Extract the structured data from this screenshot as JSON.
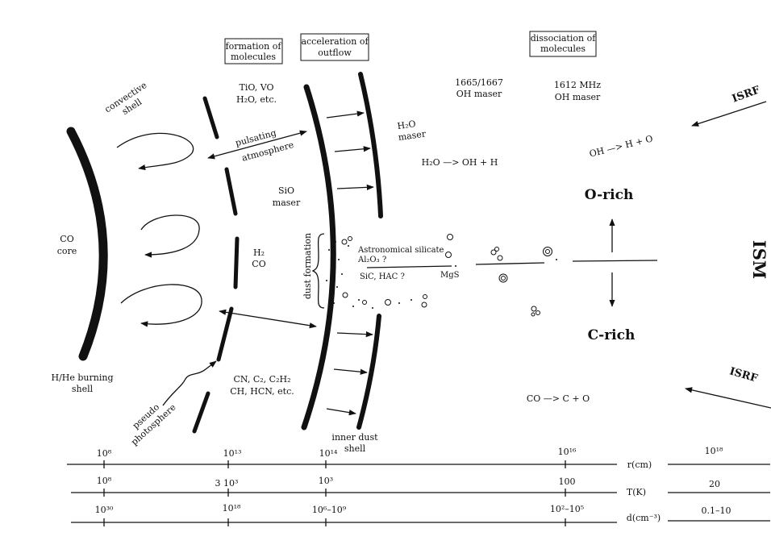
{
  "boxes": {
    "formation": [
      "formation of",
      "molecules"
    ],
    "acceleration": [
      "acceleration of",
      "outflow"
    ],
    "dissociation": [
      "dissociation of",
      "molecules"
    ]
  },
  "labels": {
    "convective_shell": [
      "convective",
      "shell"
    ],
    "co_core": [
      "CO",
      "core"
    ],
    "h_he_shell": [
      "H/He burning",
      "shell"
    ],
    "pseudo_photosphere": [
      "pseudo",
      "photosphere"
    ],
    "tio_line1": "TiO, VO",
    "tio_line2": "H₂O, etc.",
    "pulsating": [
      "pulsating",
      "atmosphere"
    ],
    "sio_maser": [
      "SiO",
      "maser"
    ],
    "h2_co": [
      "H₂",
      "CO"
    ],
    "cn_line1": "CN, C₂, C₂H₂",
    "cn_line2": "CH, HCN, etc.",
    "dust_formation": "dust formation",
    "astro_silicate": "Astronomical silicate",
    "al2o3": "Al₂O₃ ?",
    "sic_hac": "SiC, HAC ?",
    "mgs": "MgS",
    "inner_dust_shell": [
      "inner dust",
      "shell"
    ],
    "h2o_maser": [
      "H₂O",
      "maser"
    ],
    "h2o_reaction": "H₂O —> OH + H",
    "oh_maser_1665": [
      "1665/1667",
      "OH maser"
    ],
    "oh_maser_1612": [
      "1612 MHz",
      "OH maser"
    ],
    "oh_reaction": "OH —> H + O",
    "o_rich": "O-rich",
    "c_rich": "C-rich",
    "co_reaction": "CO —> C + O",
    "isrf_top": "ISRF",
    "isrf_bottom": "ISRF",
    "ism": "ISM"
  },
  "scales": [
    {
      "name": "r(cm)",
      "ticks": [
        {
          "v": "10⁸"
        },
        {
          "v": "10¹³"
        },
        {
          "v": "10¹⁴"
        },
        {
          "v": "10¹⁶"
        }
      ],
      "far": "10¹⁸"
    },
    {
      "name": "T(K)",
      "ticks": [
        {
          "v": "10⁸"
        },
        {
          "v": "3 10³"
        },
        {
          "v": "10³"
        },
        {
          "v": "100"
        }
      ],
      "far": "20"
    },
    {
      "name": "d(cm⁻³)",
      "ticks": [
        {
          "v": "10³⁰"
        },
        {
          "v": "10¹⁸"
        },
        {
          "v": "10⁶–10⁹"
        },
        {
          "v": "10²–10⁵"
        }
      ],
      "far": "0.1–10"
    }
  ]
}
